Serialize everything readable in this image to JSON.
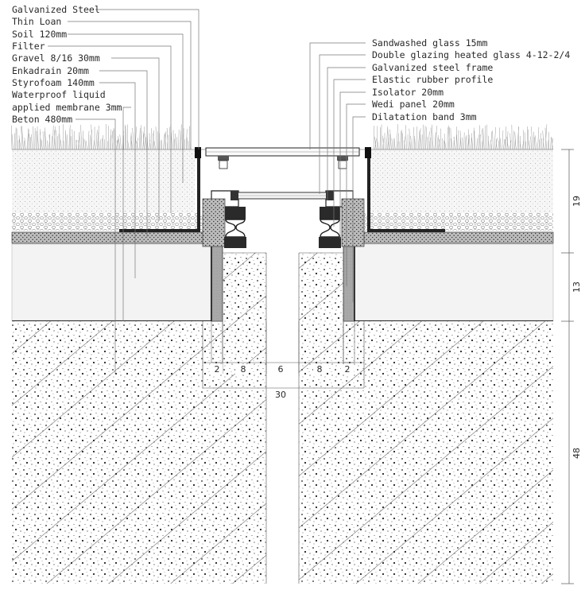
{
  "diagram": {
    "left_labels": [
      "Galvanized Steel",
      "Thin Loan",
      "Soil 120mm",
      "Filter",
      "Gravel 8/16 30mm",
      "Enkadrain 20mm",
      "Styrofoam 140mm",
      "Waterproof liquid",
      "applied membrane 3mm",
      "Beton 480mm"
    ],
    "right_labels": [
      "Sandwashed glass 15mm",
      "Double glazing heated glass 4-12-2/4",
      "Galvanized steel frame",
      "Elastic rubber profile",
      "Isolator 20mm",
      "Wedi panel 20mm",
      "Dilatation band 3mm"
    ],
    "vertical_dims": [
      "19",
      "13",
      "48"
    ],
    "horizontal_dims": [
      "2",
      "8",
      "6",
      "8",
      "2"
    ],
    "total_dim": "30",
    "colors": {
      "line": "#1a1a1a",
      "leader": "#777777",
      "rubber": "#2b2b2b",
      "steel": "#9a9a9a",
      "concrete_bg": "#ffffff",
      "styrofoam": "#f2f2f2"
    }
  }
}
